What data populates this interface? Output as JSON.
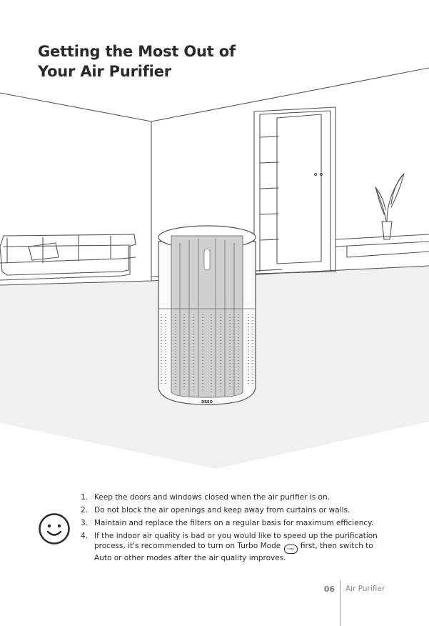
{
  "heading": {
    "line1": "Getting the Most Out of",
    "line2": "Your Air Purifier"
  },
  "illustration": {
    "device_brand": "DREO",
    "icons": [
      "room-scene",
      "air-purifier",
      "sofa",
      "bookshelf",
      "potted-plant"
    ]
  },
  "tips": [
    {
      "num": "1.",
      "text": "Keep the doors and windows closed when the air purifier is on."
    },
    {
      "num": "2.",
      "text": "Do not block the air openings and keep away from curtains or walls."
    },
    {
      "num": "3.",
      "text": "Maintain and replace the filters on a regular basis for maximum efficiency."
    },
    {
      "num": "4.",
      "text_before": "If the indoor air quality is bad or you would like to speed up the purification process, it's recommended to turn on Turbo Mode",
      "text_after": "first, then switch to Auto or other modes after the air quality improves."
    }
  ],
  "turbo_icon_label": "TURBO",
  "tip_icon": "smiley-face-icon",
  "footer": {
    "page_number": "06",
    "product": "Air Purifier"
  },
  "colors": {
    "text": "#2a2a2a",
    "line": "#555555",
    "floor": "#f0f0f0",
    "filter": "#c9c9c9"
  }
}
